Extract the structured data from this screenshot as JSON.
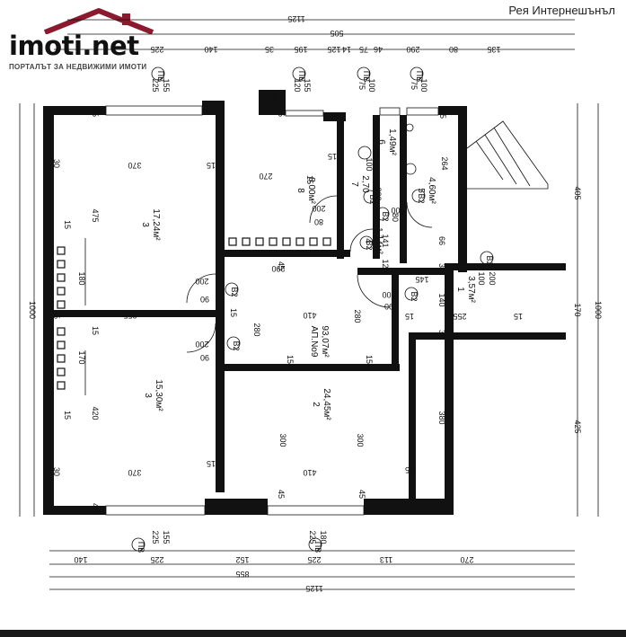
{
  "logo": {
    "name": "imoti.net",
    "tagline": "ПОРТАЛЪТ ЗА НЕДВИЖИМИ ИМОТИ",
    "accent_color": "#8b1a2e"
  },
  "watermark": "Рея Интернешънъл",
  "plan": {
    "apartment_label": "АП.No9",
    "apartment_area": "93,07м²",
    "rooms": [
      {
        "id": "room-3-top",
        "number": "3",
        "area": "17,24м²"
      },
      {
        "id": "room-3-bottom",
        "number": "3",
        "area": "15,30м²"
      },
      {
        "id": "room-8",
        "number": "8",
        "area": "8,00м²"
      },
      {
        "id": "room-2",
        "number": "2",
        "area": "24,45м²"
      },
      {
        "id": "room-4",
        "number": "4",
        "area": "1,14м²"
      },
      {
        "id": "room-5",
        "number": "5",
        "area": "4,60м²"
      },
      {
        "id": "room-6",
        "number": "6",
        "area": "1,49м²"
      },
      {
        "id": "room-7",
        "number": "7",
        "area": "2,70"
      },
      {
        "id": "room-1",
        "number": "1",
        "area": "3,57м²"
      }
    ],
    "window_tags": [
      "ПВ",
      "ПВ",
      "ПВ",
      "ПВ",
      "ПВ",
      "ПВ"
    ],
    "door_tags": [
      "B2",
      "B2",
      "B2",
      "B2",
      "B2",
      "B2",
      "B2",
      "B2",
      "B2"
    ],
    "dims_top": [
      "1125",
      "505",
      "225",
      "140",
      "35",
      "195",
      "125",
      "14",
      "75",
      "46",
      "290",
      "80",
      "135"
    ],
    "dims_bottom": [
      "140",
      "225",
      "152",
      "225",
      "113",
      "270",
      "855",
      "1125"
    ],
    "dims_left": [
      "45",
      "30",
      "475",
      "15",
      "180",
      "1000",
      "45",
      "15",
      "170",
      "420",
      "15",
      "30",
      "45"
    ],
    "dims_right": [
      "405",
      "170",
      "1000",
      "425"
    ],
    "dims_interior": [
      "370",
      "15",
      "270",
      "15",
      "355",
      "15",
      "370",
      "15",
      "290",
      "45",
      "280",
      "410",
      "280",
      "300",
      "300",
      "410",
      "45",
      "45",
      "15",
      "15",
      "264",
      "66",
      "141",
      "120",
      "145",
      "30",
      "140",
      "15",
      "255",
      "15",
      "380",
      "15",
      "30",
      "15",
      "15",
      "45",
      "45",
      "45"
    ],
    "door_dims": [
      "200",
      "90",
      "200",
      "90",
      "200",
      "80",
      "200",
      "80",
      "200",
      "90",
      "100",
      "200",
      "100",
      "200"
    ],
    "window_dims": [
      "225",
      "155",
      "120",
      "155",
      "75",
      "100",
      "75",
      "100",
      "225",
      "155",
      "225",
      "180"
    ]
  }
}
